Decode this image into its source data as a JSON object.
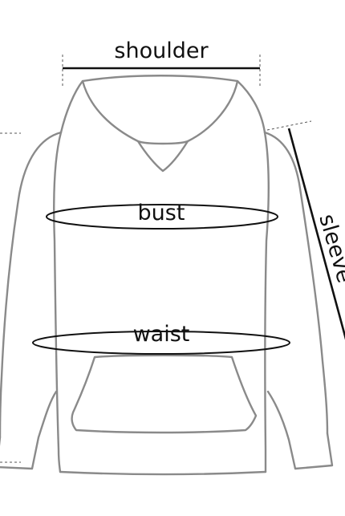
{
  "labels": {
    "shoulder": "shoulder",
    "bust": "bust",
    "waist": "waist",
    "sleeve": "sleeve"
  },
  "colors": {
    "outline": "#8a8a8a",
    "measure": "#111111",
    "background": "#ffffff"
  }
}
